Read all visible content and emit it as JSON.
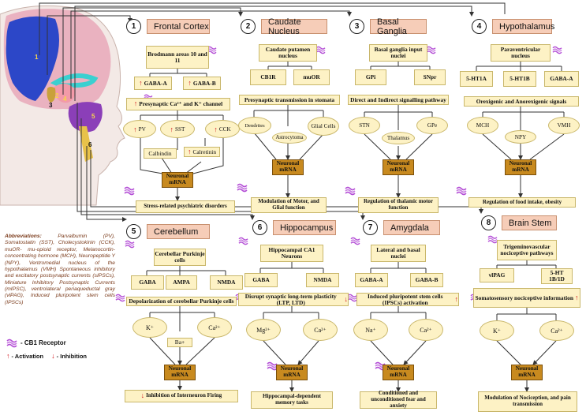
{
  "regions": [
    {
      "num": "1",
      "title": "Frontal Cortex"
    },
    {
      "num": "2",
      "title": "Caudate Nucleus"
    },
    {
      "num": "3",
      "title": "Basal Ganglia"
    },
    {
      "num": "4",
      "title": "Hypothalamus"
    },
    {
      "num": "5",
      "title": "Cerebellum"
    },
    {
      "num": "6",
      "title": "Hippocampus"
    },
    {
      "num": "7",
      "title": "Amygdala"
    },
    {
      "num": "8",
      "title": "Brain Stem"
    }
  ],
  "brain_labels": [
    "1",
    "2",
    "3",
    "4",
    "5",
    "6"
  ],
  "fc": {
    "top": "Brodmann areas 10 and 11",
    "r1": "GABA-A",
    "r2": "GABA-B",
    "channel": "Presynaptic Ca²⁺ and K⁺ channel",
    "e1": "PV",
    "e2": "SST",
    "e3": "CCK",
    "s1": "Calbindin",
    "s2": "Calretinin",
    "mrna": "Neuronal mRNA",
    "out": "Stress-related psychiatric disorders"
  },
  "cn": {
    "top": "Caudate putamen nucleus",
    "r1": "CB1R",
    "r2": "muOR",
    "mid": "Presynaptic transmission in stomata",
    "e1": "Dendrites",
    "e2": "Glial Cells",
    "e3": "Astrocytoma",
    "mrna": "Neuronal mRNA",
    "out": "Modulation of Motor, and Glial function"
  },
  "bg": {
    "top": "Basal ganglia input nuclei",
    "r1": "GPi",
    "r2": "SNpr",
    "mid": "Direct and Indirect signalling pathway",
    "e1": "STN",
    "e2": "GPe",
    "e3": "Thalamus",
    "mrna": "Neuronal mRNA",
    "out": "Regulation of thalamic motor function"
  },
  "hy": {
    "top": "Paraventricular nucleus",
    "r1": "5-HT1A",
    "r2": "5-HT1B",
    "r3": "GABA-A",
    "mid": "Orexigenic and Anorexigenic signals",
    "e1": "MCH",
    "e2": "VMH",
    "e3": "NPY",
    "mrna": "Neuronal mRNA",
    "out": "Regulation of food intake, obesity"
  },
  "ce": {
    "top": "Cerebellar Purkinje cells",
    "r1": "GABA",
    "r2": "AMPA",
    "r3": "NMDA",
    "mid": "Depolarization of cerebellar Purkinje cells",
    "e1": "K⁺",
    "e2": "Ca²⁺",
    "e3": "Ba+",
    "mrna": "Neuronal mRNA",
    "out": "Inhibition of Interneuron Firing"
  },
  "hc": {
    "top": "Hippocampal CA1 Neurons",
    "r1": "GABA",
    "r2": "NMDA",
    "mid": "Disrupt synaptic long-term plasticity (LTP, LTD)",
    "e1": "Mg²⁺",
    "e2": "Ca²⁺",
    "mrna": "Neuronal mRNA",
    "out": "Hippocampal-dependent memory tasks"
  },
  "am": {
    "top": "Lateral and basal nuclei",
    "r1": "GABA-A",
    "r2": "GABA-B",
    "mid": "Induced pluripotent stem cells (IPSCs) activation",
    "e1": "Na⁺",
    "e2": "Ca²⁺",
    "mrna": "Neuronal mRNA",
    "out": "Conditioned and unconditioned fear and anxiety"
  },
  "bs": {
    "top": "Trigeminovascular nociceptive pathways",
    "r1": "vlPAG",
    "r2": "5-HT 1B/1D",
    "mid": "Somatosensory nociceptive information",
    "e1": "K⁺",
    "e2": "Ca²⁺",
    "mrna": "Neuronal mRNA",
    "out": "Modulation of Nociception, and pain transmission"
  },
  "abbreviations": {
    "heading": "Abbreviations:",
    "text": "Parvalbumin (PV), Somatostatin (SST), Cholecystokinin (CCK), muOR- mu-opioid receptor, Melanocortin-concentrating hormone (MCH), Neuropeptide Y (NPY), Ventromedial nucleus of the hypothalamus (VMH) Spontaneous inhibitory and excitatory postsynaptic currents (sIPSCs), Miniature Inhibitory Postsynaptic Currents (mIPSC), ventrolateral periaqueductal gray (vlPAG), Induced pluripotent stem cells (IPSCs)"
  },
  "legend": {
    "cb1": "- CB1 Receptor",
    "activation": "- Activation",
    "inhibition": "- Inhibition"
  },
  "colors": {
    "title_fill": "#f6cdb8",
    "box_fill": "#fdf2c5",
    "mrna_fill": "#c88a1f",
    "arrow_red": "#d2141c",
    "cb1_purple": "#b44fd6"
  }
}
